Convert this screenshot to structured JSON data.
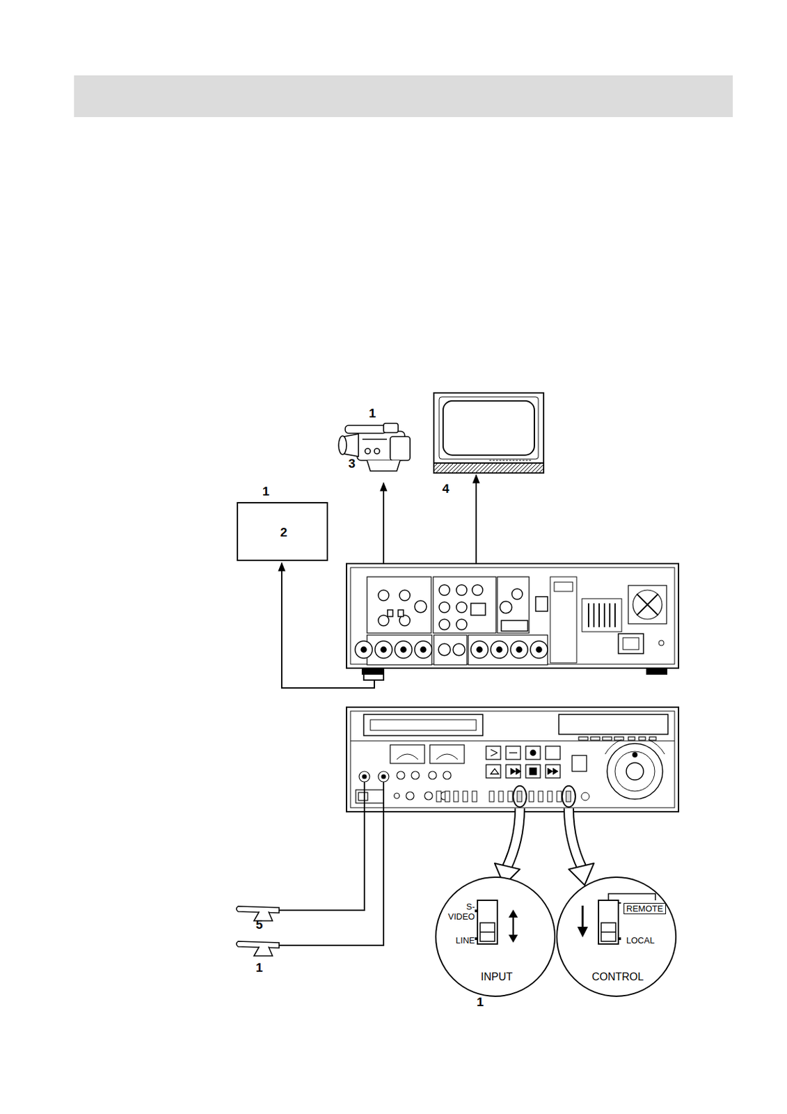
{
  "diagram": {
    "nodes": [
      {
        "text": [
          "1",
          "2"
        ]
      },
      {
        "text": [
          "S- VIDEO",
          "LINE",
          "INPUT"
        ]
      },
      {
        "text": [
          "REMOTE",
          "LOCAL",
          "CONTROL"
        ]
      }
    ],
    "labels": [
      "1",
      "3",
      "4",
      "5",
      "1",
      "1"
    ]
  }
}
